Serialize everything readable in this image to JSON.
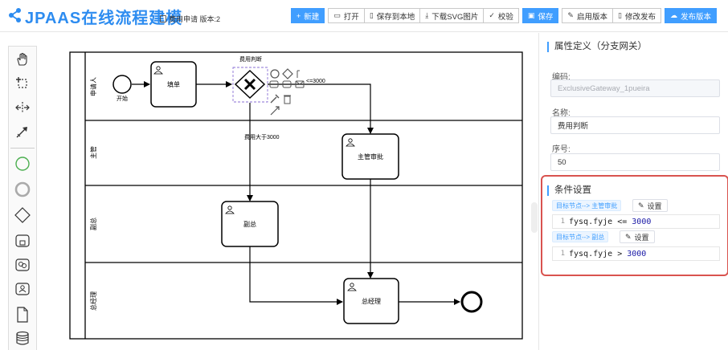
{
  "header": {
    "title": "JPAAS在线流程建模",
    "doc_info": "费用申请 版本:2",
    "toolbar": [
      {
        "name": "new-button",
        "icon": "plus-icon",
        "glyph": "+",
        "label": "新建",
        "primary": true
      },
      {
        "name": "open-button",
        "icon": "folder-icon",
        "glyph": "▭",
        "label": "打开",
        "primary": false
      },
      {
        "name": "save-local-button",
        "icon": "file-icon",
        "glyph": "▯",
        "label": "保存到本地",
        "primary": false
      },
      {
        "name": "download-svg-button",
        "icon": "download-icon",
        "glyph": "⤓",
        "label": "下载SVG图片",
        "primary": false
      },
      {
        "name": "validate-button",
        "icon": "check-icon",
        "glyph": "✓",
        "label": "校验",
        "primary": false
      },
      {
        "name": "save-button",
        "icon": "save-icon",
        "glyph": "▣",
        "label": "保存",
        "primary": true
      },
      {
        "name": "enable-version-button",
        "icon": "edit-icon",
        "glyph": "✎",
        "label": "启用版本",
        "primary": false
      },
      {
        "name": "modify-publish-button",
        "icon": "file-icon",
        "glyph": "▯",
        "label": "修改发布",
        "primary": false
      },
      {
        "name": "publish-version-button",
        "icon": "cloud-upload-icon",
        "glyph": "☁",
        "label": "发布版本",
        "primary": true
      }
    ]
  },
  "palette": [
    "hand-tool-icon",
    "lasso-tool-icon",
    "space-tool-icon",
    "global-connect-icon",
    "start-event-icon",
    "intermediate-event-icon",
    "gateway-icon",
    "task-icon",
    "subprocess-icon",
    "user-task-icon",
    "data-object-icon",
    "data-store-icon"
  ],
  "diagram": {
    "lanes": [
      "申请人",
      "主管",
      "副总",
      "总经理"
    ],
    "start_label": "开始",
    "gateway_label": "费用判断",
    "tasks": {
      "fill_form": "填单",
      "manager_approve": "主管审批",
      "vp": "副总",
      "gm": "总经理"
    },
    "flows": {
      "le3000": "<=3000",
      "gt3000": "费用大于3000"
    }
  },
  "panel": {
    "title": "属性定义（分支网关）",
    "fields": [
      {
        "label": "编码:",
        "value": "ExclusiveGateway_1pueira",
        "disabled": true
      },
      {
        "label": "名称:",
        "value": "费用判断",
        "disabled": false
      },
      {
        "label": "序号:",
        "value": "50",
        "disabled": false
      }
    ],
    "conditions_title": "条件设置",
    "conditions": [
      {
        "target": "目标节点--> 主管审批",
        "set_label": "设置",
        "line_no": "1",
        "code_pre": "fysq.fyje <= ",
        "code_num": "3000"
      },
      {
        "target": "目标节点--> 副总",
        "set_label": "设置",
        "line_no": "1",
        "code_pre": "fysq.fyje > ",
        "code_num": "3000"
      }
    ]
  }
}
